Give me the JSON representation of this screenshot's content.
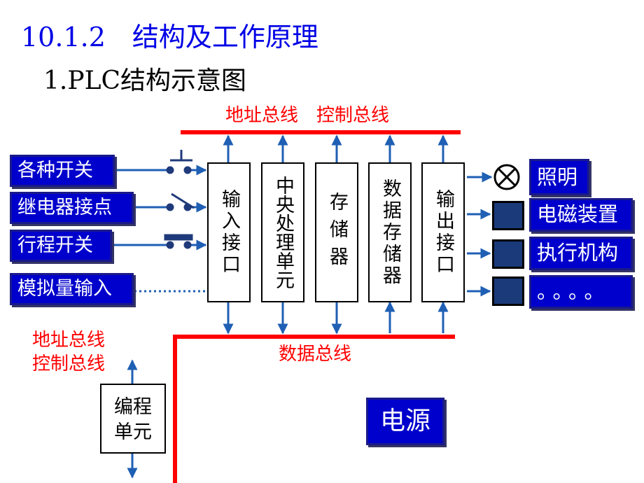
{
  "header": {
    "title": "10.1.2　结构及工作原理",
    "subtitle": "1.PLC结构示意图"
  },
  "buses": {
    "top_label": "地址总线　控制总线",
    "data_label": "数据总线",
    "left_label_line1": "地址总线",
    "left_label_line2": "控制总线"
  },
  "inputs": {
    "switches": "各种开关",
    "relay_contacts": "继电器接点",
    "travel_switch": "行程开关",
    "analog_input": "模拟量输入"
  },
  "units": {
    "input_interface": "输入接口",
    "cpu": "中央处理单元",
    "memory": "存储器",
    "data_memory": "数据存储器",
    "output_interface": "输出接口"
  },
  "outputs": {
    "lighting": "照明",
    "solenoid": "电磁装置",
    "actuator": "执行机构",
    "more": "。。。。"
  },
  "programming_unit": {
    "line1": "编程",
    "line2": "单元"
  },
  "power": "电源",
  "colors": {
    "title": "#0000e6",
    "bus": "#ff0000",
    "box_fill": "#0000cc",
    "arrow": "#1f5fb4"
  }
}
